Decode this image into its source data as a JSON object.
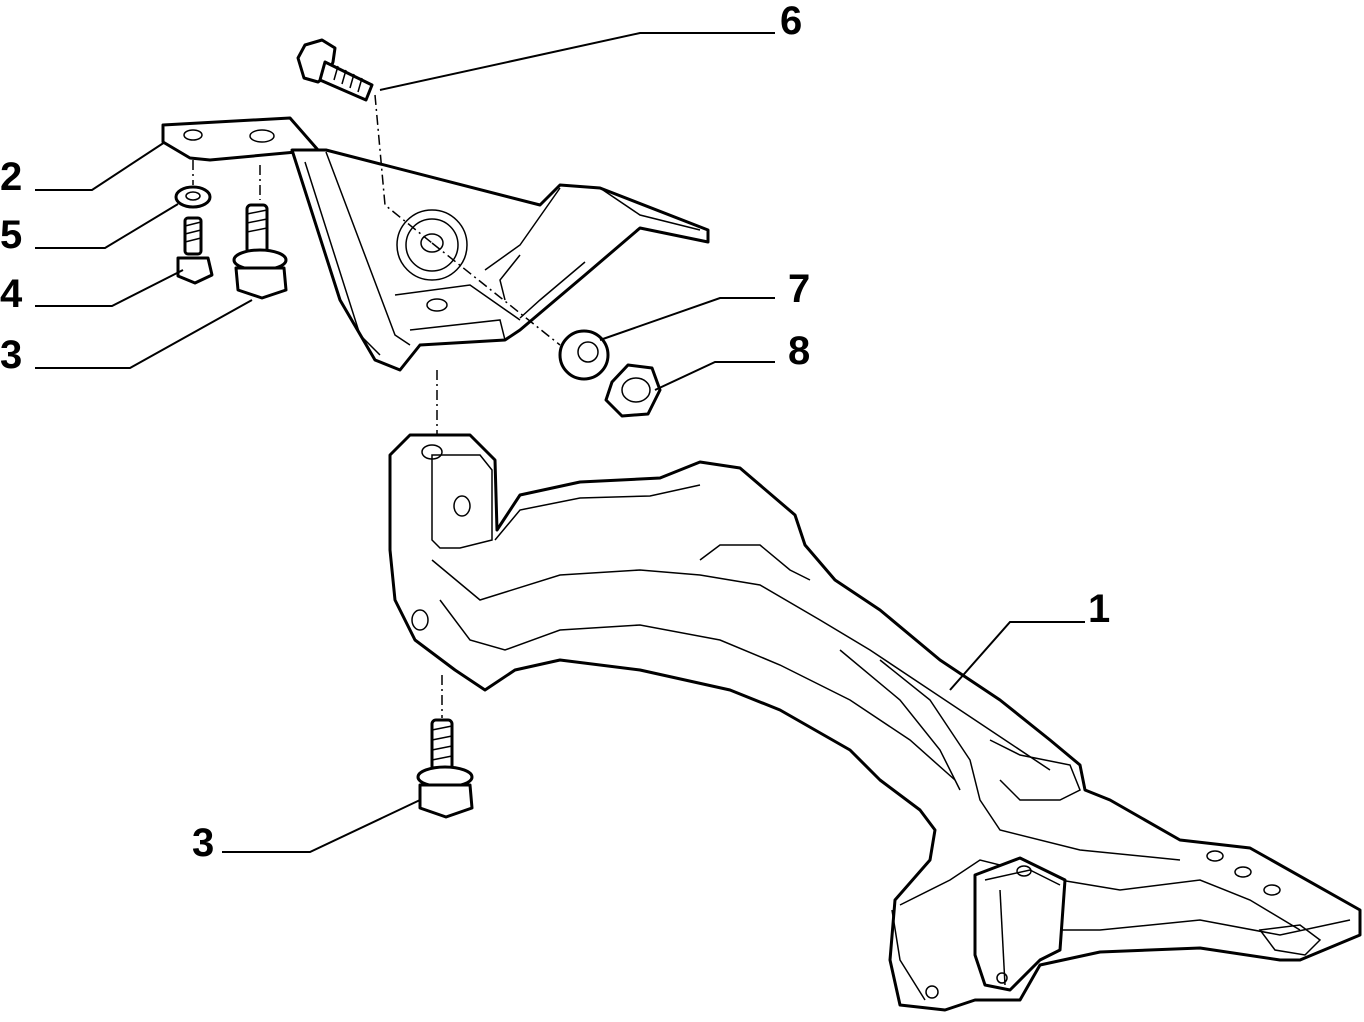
{
  "callouts": {
    "c1": "1",
    "c2": "2",
    "c3_top": "3",
    "c3_bottom": "3",
    "c4": "4",
    "c5": "5",
    "c6": "6",
    "c7": "7",
    "c8": "8"
  },
  "colors": {
    "ink": "#000000",
    "paper": "#ffffff"
  }
}
